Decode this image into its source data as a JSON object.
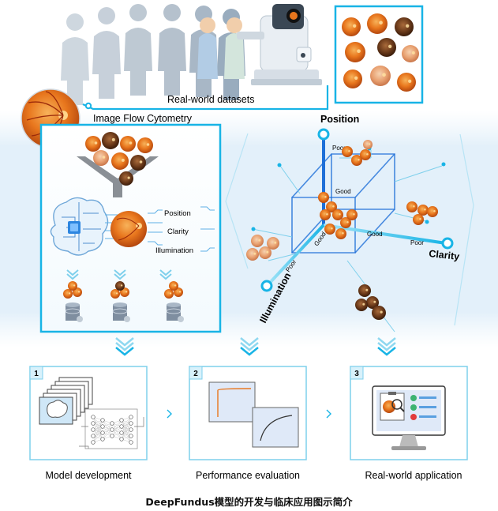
{
  "figure": {
    "top_label": "Real-world datasets",
    "flow_title": "Image Flow Cytometry",
    "flow_labels": [
      "Position",
      "Clarity",
      "Illumination"
    ],
    "axes": {
      "position": "Position",
      "clarity": "Clarity",
      "illumination": "Illumination",
      "poor": "Poor",
      "good": "Good"
    },
    "steps": [
      {
        "number": "1",
        "label": "Model development"
      },
      {
        "number": "2",
        "label": "Performance evaluation"
      },
      {
        "number": "3",
        "label": "Real-world application"
      }
    ],
    "caption": "DeepFundus模型的开发与临床应用图示简介"
  },
  "colors": {
    "accent_cyan": "#18b4e6",
    "axis_blue": "#1e6fd8",
    "fundus_orange": "#e8761d",
    "panel_border": "#7fd0ec"
  }
}
